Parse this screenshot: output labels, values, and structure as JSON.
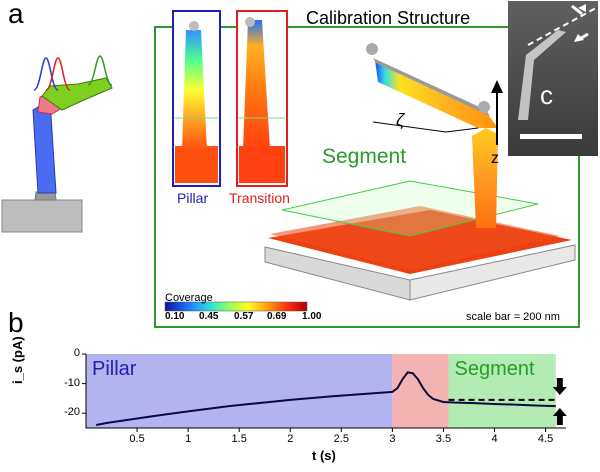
{
  "panels": {
    "a": "a",
    "b": "b"
  },
  "calibration": {
    "title": "Calibration Structure",
    "pillar_label": "Pillar",
    "transition_label": "Transition",
    "segment_label": "Segment",
    "zeta_symbol": "ζ",
    "z_label": "z",
    "inset_label": "c",
    "scale_bar": "scale bar = 200 nm",
    "coverage_title": "Coverage",
    "coverage_ticks": [
      "0.10",
      "0.45",
      "0.57",
      "0.69",
      "1.00"
    ]
  },
  "colors": {
    "pillar": "#2020b0",
    "transition": "#e02020",
    "segment": "#30a030",
    "frame": "#33aa33"
  },
  "chart_data": {
    "type": "line",
    "xlabel": "t (s)",
    "ylabel": "i_s (pA)",
    "xlim": [
      0,
      4.7
    ],
    "ylim": [
      -25,
      0
    ],
    "x_ticks": [
      "0.5",
      "1",
      "1.5",
      "2",
      "2.5",
      "3",
      "3.5",
      "4",
      "4.5"
    ],
    "y_ticks": [
      "0",
      "-10",
      "-20"
    ],
    "regions": [
      {
        "name": "Pillar",
        "x0": 0,
        "x1": 3.0,
        "color": "#b3b3f0"
      },
      {
        "name": "Transition",
        "x0": 3.0,
        "x1": 3.55,
        "color": "#f4b3b3"
      },
      {
        "name": "Segment",
        "x0": 3.55,
        "x1": 4.6,
        "color": "#b3ecb3"
      }
    ],
    "series": [
      {
        "x": [
          0.1,
          0.2,
          0.4,
          0.6,
          0.8,
          1.0,
          1.2,
          1.4,
          1.6,
          1.8,
          2.0,
          2.2,
          2.4,
          2.6,
          2.8,
          3.0,
          3.05,
          3.1,
          3.15,
          3.2,
          3.25,
          3.3,
          3.35,
          3.4,
          3.5,
          3.6,
          3.8,
          4.0,
          4.2,
          4.4,
          4.6
        ],
        "y": [
          -24,
          -23.3,
          -22.3,
          -21.3,
          -20.3,
          -19.4,
          -18.5,
          -17.6,
          -16.9,
          -16.2,
          -15.5,
          -14.9,
          -14.3,
          -13.8,
          -13.3,
          -12.8,
          -11.5,
          -8.5,
          -6.2,
          -6.5,
          -8.5,
          -11.5,
          -13.8,
          -15.2,
          -16.2,
          -16.4,
          -16.6,
          -16.9,
          -17.1,
          -17.4,
          -17.6
        ]
      }
    ],
    "dashed_reference": -15.5
  }
}
